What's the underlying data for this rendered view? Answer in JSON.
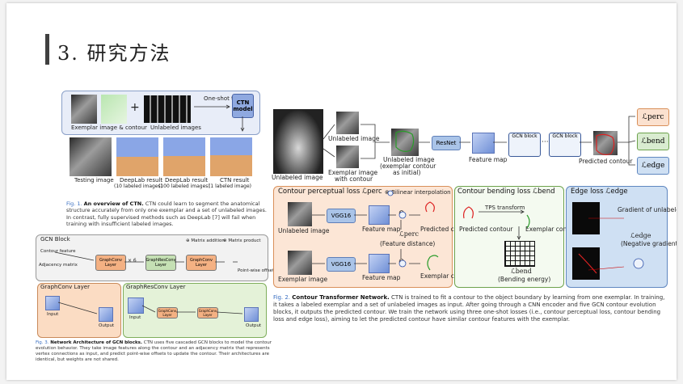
{
  "slide": {
    "title": "3. 研究方法"
  },
  "fig1": {
    "exemplar_label": "Exemplar image & contour",
    "plus_sign": "+",
    "unlabeled_label": "Unlabeled images",
    "oneshot_label": "One-shot\ntraining",
    "ctn_model_label": "CTN model",
    "results": [
      "Testing image",
      "DeepLab result",
      "DeepLab result",
      "CTN result"
    ],
    "results_sub": [
      "",
      "(10 labeled images)",
      "(100 labeled images)",
      "(1 labeled image)"
    ],
    "caption_num": "Fig. 1.",
    "caption_title": "An overview of CTN.",
    "caption_body": "CTN could learn to segment the anatomical structure accurately from only one exemplar and a set of unlabeled images. In contrast, fully supervised methods such as DeepLab [7] will fail when training with insufficient labeled images."
  },
  "fig3": {
    "gcn_block_title": "GCN Block",
    "matrix_addition": "⊕ Matrix addition",
    "matrix_product": "⊗ Matrix product",
    "contour_feature": "Contour feature",
    "adjacency_matrix": "Adjacency matrix",
    "graphconv_layer": "GraphConv Layer",
    "graphresconv_layer": "GraphResConv Layer",
    "repeat_count": "× 6",
    "pointwise_offset": "Point-wise offset",
    "input_label": "Input",
    "output_label": "Output",
    "caption_num": "Fig. 3.",
    "caption_title": "Network Architecture of GCN blocks.",
    "caption_body": "CTN uses five cascaded GCN blocks to model the contour evolution behavior. They take image features along the contour and an adjacency matrix that represents vertex connections as input, and predict point-wise offsets to update the contour. Their architectures are identical, but weights are not shared."
  },
  "fig2": {
    "unlabeled_image": "Unlabeled image",
    "exemplar_with_contour": "Exemplar image",
    "exemplar_with_contour_2": "with contour",
    "initial_label_1": "Unlabeled image",
    "initial_label_2": "(exemplar contour",
    "initial_label_3": "as initial)",
    "resnet": "ResNet",
    "feature_map": "Feature map",
    "gcn_block": "GCN block",
    "ellipsis": "···",
    "predicted_contour": "Predicted contour",
    "loss_perc": "ℒperc",
    "loss_bend": "ℒbend",
    "loss_edge": "ℒedge",
    "perceptual_title": "Contour perceptual loss ℒperc",
    "bilinear": "⊗ Bilinear interpolation",
    "vgg16": "VGG16",
    "otimes": "⊗",
    "predicted_contour_2line": "Predicted contour",
    "feature_distance": "(Feature distance)",
    "exemplar_image": "Exemplar image",
    "exemplar_contour_2line": "Exemplar contour",
    "bending_title": "Contour bending loss ℒbend",
    "tps_transform": "TPS transform",
    "bending_energy": "(Bending energy)",
    "edge_title": "Edge loss ℒedge",
    "gradient_unlabeled": "Gradient of unlabeled image",
    "negative_gradient": "(Negative gradient sum)",
    "sigma": "Σ",
    "caption_num": "Fig. 2.",
    "caption_title": "Contour Transformer Network.",
    "caption_body": "CTN is trained to fit a contour to the object boundary by learning from one exemplar. In training, it takes a labeled exemplar and a set of unlabeled images as input. After going through a CNN encoder and five GCN contour evolution blocks, it outputs the predicted contour. We train the network using three one-shot losses (i.e., contour perceptual loss, contour bending loss and edge loss), aiming to let the predicted contour have similar contour features with the exemplar."
  }
}
